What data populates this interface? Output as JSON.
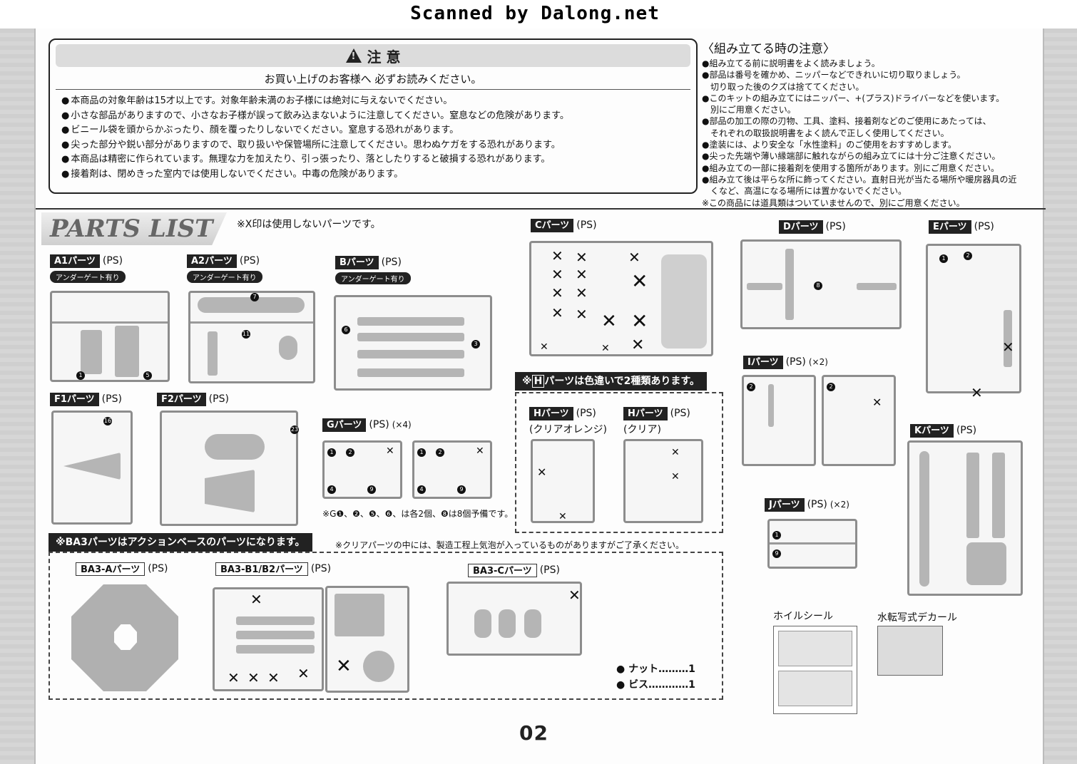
{
  "scan_header": "Scanned by Dalong.net",
  "caution": {
    "title": "注 意",
    "subtitle": "お買い上げのお客様へ 必ずお読みください。",
    "items": [
      "本商品の対象年齢は15才以上です。対象年齢未満のお子様には絶対に与えないでください。",
      "小さな部品がありますので、小さなお子様が誤って飲み込まないように注意してください。窒息などの危険があります。",
      "ビニール袋を頭からかぶったり、顔を覆ったりしないでください。窒息する恐れがあります。",
      "尖った部分や鋭い部分がありますので、取り扱いや保管場所に注意してください。思わぬケガをする恐れがあります。",
      "本商品は精密に作られています。無理な力を加えたり、引っ張ったり、落としたりすると破損する恐れがあります。",
      "接着剤は、閉めきった室内では使用しないでください。中毒の危険があります。"
    ]
  },
  "assembly": {
    "title": "〈組み立てる時の注意〉",
    "lines": [
      {
        "t": "組み立てる前に説明書をよく読みましょう。",
        "b": true
      },
      {
        "t": "部品は番号を確かめ、ニッパーなどできれいに切り取りましょう。",
        "b": true
      },
      {
        "t": "切り取った後のクズは捨ててください。",
        "b": false
      },
      {
        "t": "このキットの組み立てにはニッパー、+(プラス)ドライバーなどを使います。",
        "b": true
      },
      {
        "t": "別にご用意ください。",
        "b": false
      },
      {
        "t": "部品の加工の際の刃物、工具、塗料、接着剤などのご使用にあたっては、",
        "b": true
      },
      {
        "t": "それぞれの取扱説明書をよく読んで正しく使用してください。",
        "b": false
      },
      {
        "t": "塗装には、より安全な「水性塗料」のご使用をおすすめします。",
        "b": true
      },
      {
        "t": "尖った先端や薄い縁端部に触れながらの組み立てには十分ご注意ください。",
        "b": true
      },
      {
        "t": "組み立ての一部に接着剤を使用する箇所があります。別にご用意ください。",
        "b": true
      },
      {
        "t": "組み立て後は平らな所に飾ってください。直射日光が当たる場所や暖房器具の近",
        "b": true
      },
      {
        "t": "くなど、高温になる場所には置かないでください。",
        "b": false
      },
      {
        "t": "※この商品には道具類はついていませんので、別にご用意ください。",
        "b": false
      }
    ]
  },
  "parts_list": {
    "title": "PARTS LIST",
    "note": "X印は使用しないパーツです。",
    "material": "(PS)",
    "undergate": "アンダーゲート有り",
    "parts": {
      "a1": "A1パーツ",
      "a2": "A2パーツ",
      "b": "Bパーツ",
      "c": "Cパーツ",
      "d": "Dパーツ",
      "e": "Eパーツ",
      "f1": "F1パーツ",
      "f2": "F2パーツ",
      "g": "Gパーツ",
      "h1": "Hパーツ",
      "h2": "Hパーツ",
      "i": "Iパーツ",
      "j": "Jパーツ",
      "k": "Kパーツ",
      "ba3a": "BA3-Aパーツ",
      "ba3b": "BA3-B1/B2パーツ",
      "ba3c": "BA3-Cパーツ"
    },
    "qty_g": "(×4)",
    "qty_i": "(×2)",
    "qty_j": "(×2)",
    "h_banner": "パーツは色違いで2種類あります。",
    "h_banner_prefix": "※",
    "h_banner_letter": "H",
    "h1_color": "(クリアオレンジ)",
    "h2_color": "(クリア)",
    "g_note": "G❶、❷、❺、❻、は各2個、❽は8個予備です。",
    "ba3_banner": "※BA3パーツはアクションベースのパーツになります。",
    "clear_note": "クリアパーツの中には、製造工程上気泡が入っているものがありますがご了承ください。",
    "hardware": [
      {
        "name": "ナット",
        "dots": "………",
        "qty": "1"
      },
      {
        "name": "ビス",
        "dots": "…………",
        "qty": "1"
      }
    ],
    "foil_sticker": "ホイルシール",
    "decal": "水転写式デカール"
  },
  "page_number": "02"
}
